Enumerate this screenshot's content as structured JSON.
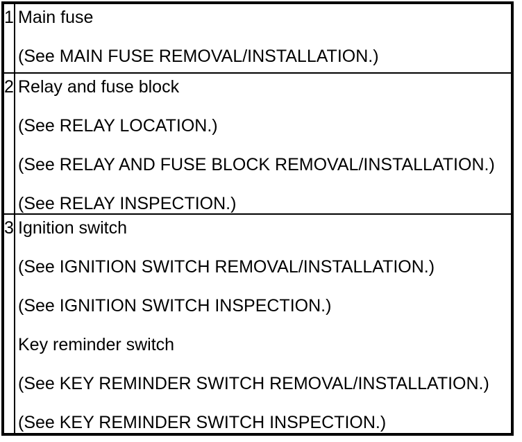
{
  "table": {
    "rows": [
      {
        "number": "1",
        "lines": [
          "Main fuse",
          "(See MAIN FUSE REMOVAL/INSTALLATION.)"
        ]
      },
      {
        "number": "2",
        "lines": [
          "Relay and fuse block",
          "(See RELAY LOCATION.)",
          "(See RELAY AND FUSE BLOCK REMOVAL/INSTALLATION.)",
          "(See RELAY INSPECTION.)"
        ]
      },
      {
        "number": "3",
        "lines": [
          "Ignition switch",
          "(See IGNITION SWITCH REMOVAL/INSTALLATION.)",
          "(See IGNITION SWITCH INSPECTION.)",
          "Key reminder switch",
          "(See KEY REMINDER SWITCH REMOVAL/INSTALLATION.)",
          "(See KEY REMINDER SWITCH INSPECTION.)"
        ]
      }
    ]
  },
  "colors": {
    "border": "#000000",
    "background": "#ffffff",
    "text": "#000000"
  }
}
